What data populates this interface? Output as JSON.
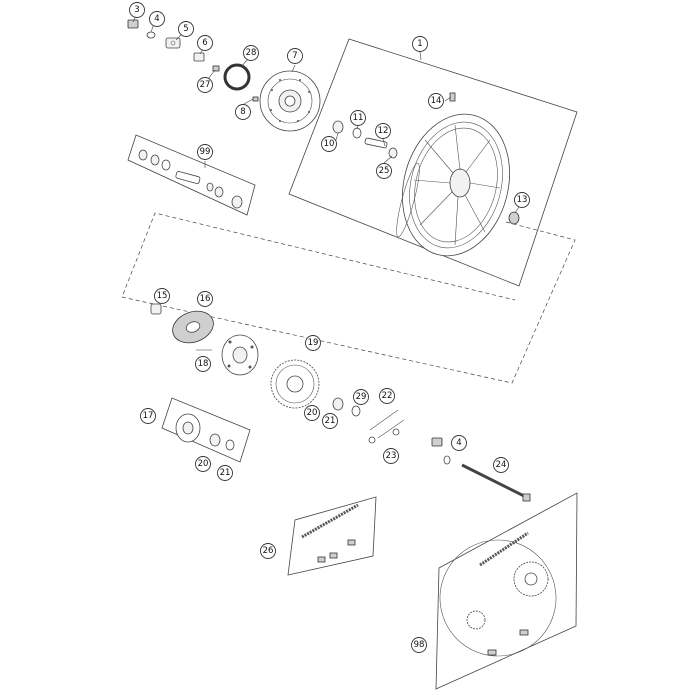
{
  "diagram": {
    "callouts": {
      "c1": "1",
      "c3": "3",
      "c4": "4",
      "c5": "5",
      "c6": "6",
      "c7": "7",
      "c8": "8",
      "c10": "10",
      "c11": "11",
      "c12": "12",
      "c13": "13",
      "c14": "14",
      "c15": "15",
      "c16": "16",
      "c17": "17",
      "c18": "18",
      "c19": "19",
      "c20a": "20",
      "c20b": "20",
      "c21a": "21",
      "c21b": "21",
      "c22": "22",
      "c23": "23",
      "c4b": "4",
      "c24": "24",
      "c25": "25",
      "c26": "26",
      "c27": "27",
      "c28": "28",
      "c29": "29",
      "c98": "98",
      "c99": "99"
    }
  }
}
